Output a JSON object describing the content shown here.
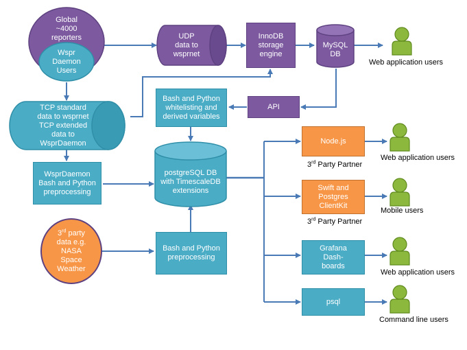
{
  "colors": {
    "purple": "#7d5aa0",
    "purple_dark": "#5e4180",
    "teal": "#4bacc6",
    "teal_dark": "#2f8ea8",
    "orange": "#f79646",
    "orange_dark": "#c0712e",
    "arrow": "#4a7ab5",
    "user_green": "#8cb83e"
  },
  "nodes": {
    "reporters": "Global\n~4000\nreporters",
    "wspr_daemon_users": "Wspr\nDaemon\nUsers",
    "udp": "UDP\ndata to\nwsprnet",
    "innodb": "InnoDB\nstorage\nengine",
    "mysql": "MySQL\nDB",
    "tcp": "TCP standard\ndata to wsprnet\nTCP extended\ndata to\nWsprDaemon",
    "api": "API",
    "whitelisting": "Bash and Python\nwhitelisting and\nderived variables",
    "postgres": "postgreSQL DB\nwith TimescaleDB\nextensions",
    "wsprdaemon_pre": "WsprDaemon\nBash and Python\npreprocessing",
    "third_party_prefix": "3",
    "third_party_sup": "rd",
    "third_party_rest": " party\ndata e.g.\nNASA\nSpace\nWeather",
    "bash_pre": "Bash and Python\npreprocessing",
    "nodejs": "Node.js",
    "swift": "Swift and\nPostgres\nClientKit",
    "grafana": "Grafana\nDash-\nboards",
    "psql": "psql"
  },
  "partner_labels": {
    "prefix": "3",
    "sup": "rd",
    "rest": " Party Partner"
  },
  "users": {
    "web_top": "Web application users",
    "web_node": "Web application users",
    "mobile": "Mobile users",
    "web_grafana": "Web application users",
    "command_line": "Command line users"
  }
}
